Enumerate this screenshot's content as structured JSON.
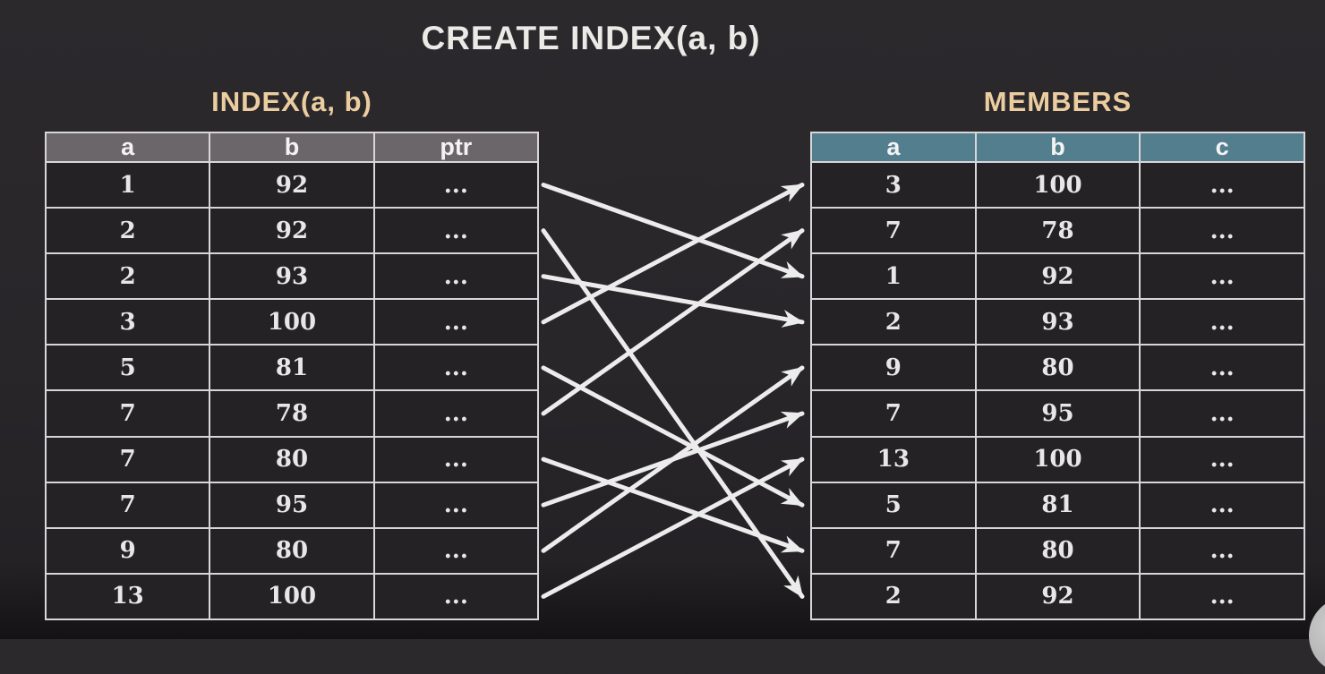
{
  "page": {
    "title": "CREATE INDEX(a, b)",
    "background_color": "#282629",
    "title_color": "#eceae7",
    "section_title_color": "#eccda0"
  },
  "index_table": {
    "title": "INDEX(a, b)",
    "columns": [
      "a",
      "b",
      "ptr"
    ],
    "header_bg": "#6a666a",
    "border_color": "#d8d6d8",
    "rows": [
      [
        "1",
        "92",
        "..."
      ],
      [
        "2",
        "92",
        "..."
      ],
      [
        "2",
        "93",
        "..."
      ],
      [
        "3",
        "100",
        "..."
      ],
      [
        "5",
        "81",
        "..."
      ],
      [
        "7",
        "78",
        "..."
      ],
      [
        "7",
        "80",
        "..."
      ],
      [
        "7",
        "95",
        "..."
      ],
      [
        "9",
        "80",
        "..."
      ],
      [
        "13",
        "100",
        "..."
      ]
    ]
  },
  "members_table": {
    "title": "MEMBERS",
    "columns": [
      "a",
      "b",
      "c"
    ],
    "header_bg": "#527e8d",
    "border_color": "#d8d6d8",
    "rows": [
      [
        "3",
        "100",
        "..."
      ],
      [
        "7",
        "78",
        "..."
      ],
      [
        "1",
        "92",
        "..."
      ],
      [
        "2",
        "93",
        "..."
      ],
      [
        "9",
        "80",
        "..."
      ],
      [
        "7",
        "95",
        "..."
      ],
      [
        "13",
        "100",
        "..."
      ],
      [
        "5",
        "81",
        "..."
      ],
      [
        "7",
        "80",
        "..."
      ],
      [
        "2",
        "92",
        "..."
      ]
    ]
  },
  "arrows": {
    "color": "#ececec",
    "stroke_width": 5,
    "mappings": [
      {
        "from": 0,
        "to": 2
      },
      {
        "from": 1,
        "to": 9
      },
      {
        "from": 2,
        "to": 3
      },
      {
        "from": 3,
        "to": 0
      },
      {
        "from": 4,
        "to": 7
      },
      {
        "from": 5,
        "to": 1
      },
      {
        "from": 6,
        "to": 8
      },
      {
        "from": 7,
        "to": 5
      },
      {
        "from": 8,
        "to": 4
      },
      {
        "from": 9,
        "to": 6
      }
    ]
  }
}
